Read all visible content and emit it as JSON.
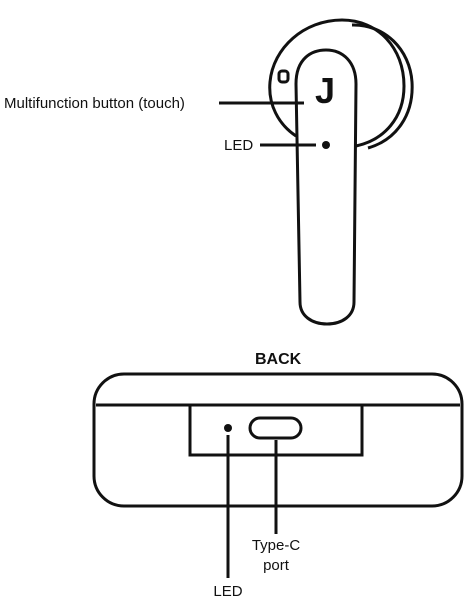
{
  "labels": {
    "multifunction_button": "Multifunction button (touch)",
    "led_top": "LED",
    "back_title": "BACK",
    "type_c_line1": "Type-C",
    "type_c_line2": "port",
    "led_bottom": "LED"
  },
  "icons": {
    "earbud_logo": "J"
  },
  "colors": {
    "line": "#111111",
    "background": "#ffffff"
  }
}
